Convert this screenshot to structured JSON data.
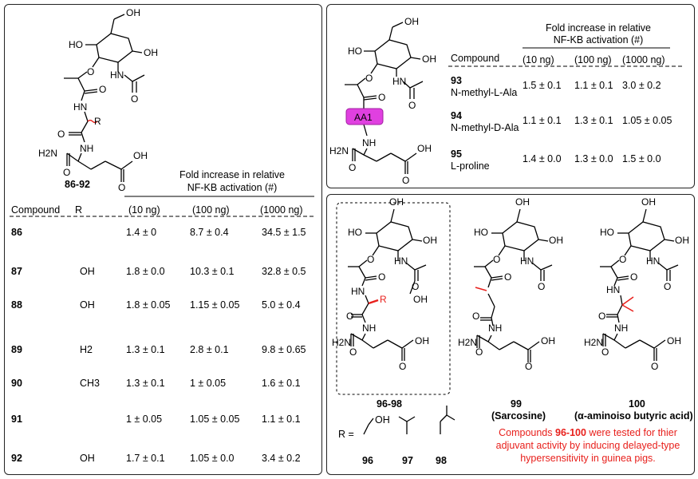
{
  "left_panel": {
    "structure_label": "86-92",
    "header_fold": "Fold increase in relative",
    "header_nfkb": "NF-KB activation (#)",
    "col_compound": "Compound",
    "col_r": "R",
    "col_10": "(10 ng)",
    "col_100": "(100 ng)",
    "col_1000": "(1000 ng)",
    "atoms": {
      "oh": "OH",
      "ho": "HO",
      "o": "O",
      "hn": "HN",
      "nh": "NH",
      "r": "R",
      "h2n": "H2N"
    },
    "rows": [
      {
        "id": "86",
        "r": "",
        "v10": "1.4 ± 0",
        "v100": "8.7 ± 0.4",
        "v1000": "34.5 ± 1.5"
      },
      {
        "id": "87",
        "r": "OH",
        "v10": "1.8 ± 0.0",
        "v100": "10.3 ± 0.1",
        "v1000": "32.8 ± 0.5"
      },
      {
        "id": "88",
        "r": "OH",
        "v10": "1.8 ± 0.05",
        "v100": "1.15 ± 0.05",
        "v1000": "5.0 ± 0.4"
      },
      {
        "id": "89",
        "r": "H2",
        "v10": "1.3 ± 0.1",
        "v100": "2.8 ± 0.1",
        "v1000": "9.8 ± 0.65"
      },
      {
        "id": "90",
        "r": "CH3",
        "v10": "1.3 ± 0.1",
        "v100": "1 ± 0.05",
        "v1000": "1.6 ± 0.1"
      },
      {
        "id": "91",
        "r": "",
        "v10": "1 ± 0.05",
        "v100": "1.05 ± 0.05",
        "v1000": "1.1 ± 0.1"
      },
      {
        "id": "92",
        "r": "OH",
        "v10": "1.7 ± 0.1",
        "v100": "1.05 ± 0.0",
        "v1000": "3.4 ± 0.2"
      }
    ]
  },
  "top_right_panel": {
    "aa_label": "AA1",
    "header_fold": "Fold increase in relative",
    "header_nfkb": "NF-KB activation (#)",
    "col_compound": "Compound",
    "col_10": "(10 ng)",
    "col_100": "(100 ng)",
    "col_1000": "(1000 ng)",
    "rows": [
      {
        "id": "93",
        "name": "N-methyl-L-Ala",
        "v10": "1.5 ± 0.1",
        "v100": "1.1 ± 0.1",
        "v1000": "3.0 ± 0.2"
      },
      {
        "id": "94",
        "name": "N-methyl-D-Ala",
        "v10": "1.1 ± 0.1",
        "v100": "1.3 ± 0.1",
        "v1000": "1.05 ± 0.05"
      },
      {
        "id": "95",
        "name": "L-proline",
        "v10": "1.4 ± 0.0",
        "v100": "1.3 ± 0.0",
        "v1000": "1.5 ± 0.0"
      }
    ]
  },
  "bottom_right_panel": {
    "label_96_98": "96-98",
    "label_99": "99",
    "label_99_name": "(Sarcosine)",
    "label_100": "100",
    "label_100_name": "(α-aminoiso butyric acid)",
    "r_equals": "R =",
    "r_labels": [
      "96",
      "97",
      "98"
    ],
    "note_prefix": "Compounds",
    "note_ids": "96-100",
    "note_rest": "were tested for thier",
    "note_line2": "adjuvant activity by inducing delayed-type",
    "note_line3": "hypersensitivity in guinea pigs."
  },
  "colors": {
    "accent_red": "#e8201c",
    "aa1_magenta": "#e040e0"
  }
}
